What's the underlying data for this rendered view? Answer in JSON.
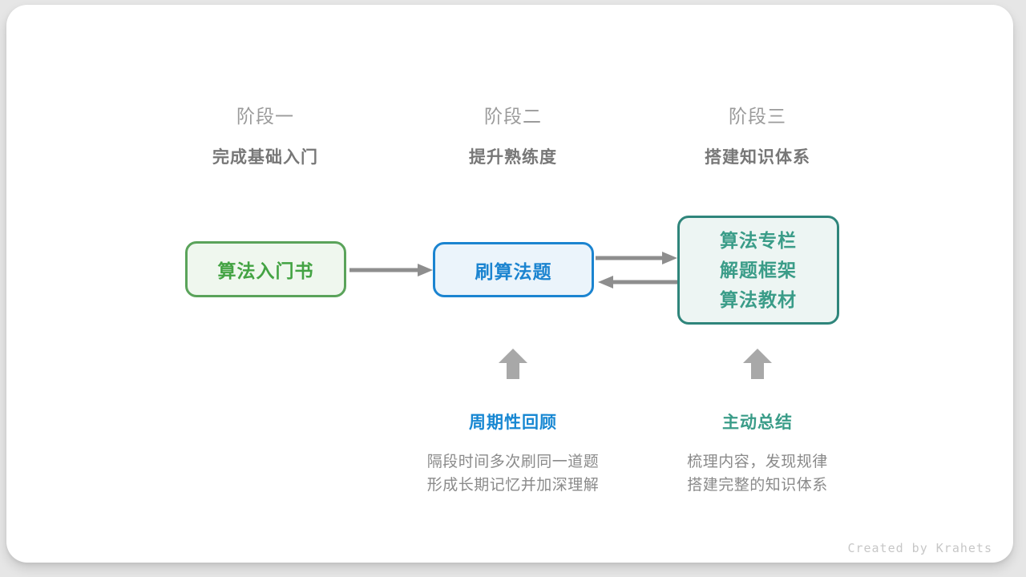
{
  "stages": [
    {
      "label": "阶段一",
      "subtitle": "完成基础入门"
    },
    {
      "label": "阶段二",
      "subtitle": "提升熟练度"
    },
    {
      "label": "阶段三",
      "subtitle": "搭建知识体系"
    }
  ],
  "nodes": {
    "intro_book": {
      "label": "算法入门书"
    },
    "practice": {
      "label": "刷算法题"
    },
    "knowledge": {
      "lines": [
        "算法专栏",
        "解题框架",
        "算法教材"
      ]
    }
  },
  "annotations": {
    "review": {
      "title": "周期性回顾",
      "desc_line1": "隔段时间多次刷同一道题",
      "desc_line2": "形成长期记忆并加深理解"
    },
    "summarize": {
      "title": "主动总结",
      "desc_line1": "梳理内容，发现规律",
      "desc_line2": "搭建完整的知识体系"
    }
  },
  "footer": {
    "credit": "Created by Krahets"
  },
  "colors": {
    "page_background": "#e6e6e6",
    "card_background": "#ffffff",
    "green_border": "#5aa35a",
    "green_background": "#eff7ee",
    "green_text": "#43a343",
    "blue_border": "#1b84d0",
    "blue_background": "#ebf4fb",
    "blue_text": "#1b84d0",
    "teal_border": "#2f857b",
    "teal_background": "#edf5f3",
    "teal_text": "#3a9c88",
    "connector_arrow": "#8e8e8e",
    "up_arrow": "#a8a8a8",
    "stage_label_gray": "#9b9b9b",
    "stage_subtitle_gray": "#777777",
    "review_title_blue": "#1787d2",
    "summarize_title_teal": "#3a9c88",
    "description_gray": "#8a8a8a",
    "credit_gray": "#c7c7c7"
  }
}
